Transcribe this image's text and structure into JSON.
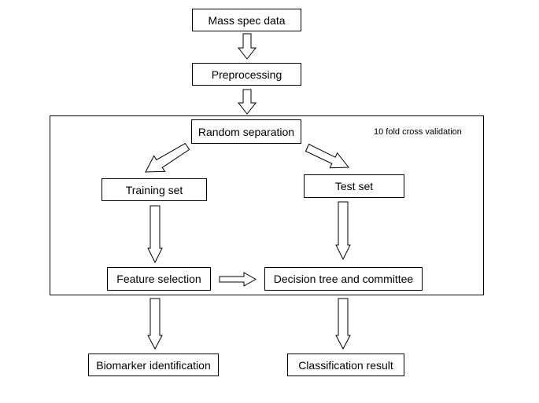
{
  "nodes": {
    "mass_spec": "Mass spec data",
    "preprocessing": "Preprocessing",
    "random_separation": "Random separation",
    "training_set": "Training set",
    "test_set": "Test set",
    "feature_selection": "Feature selection",
    "decision_tree": "Decision tree and committee",
    "biomarker": "Biomarker identification",
    "classification": "Classification result"
  },
  "cross_validation_label": "10 fold cross validation"
}
